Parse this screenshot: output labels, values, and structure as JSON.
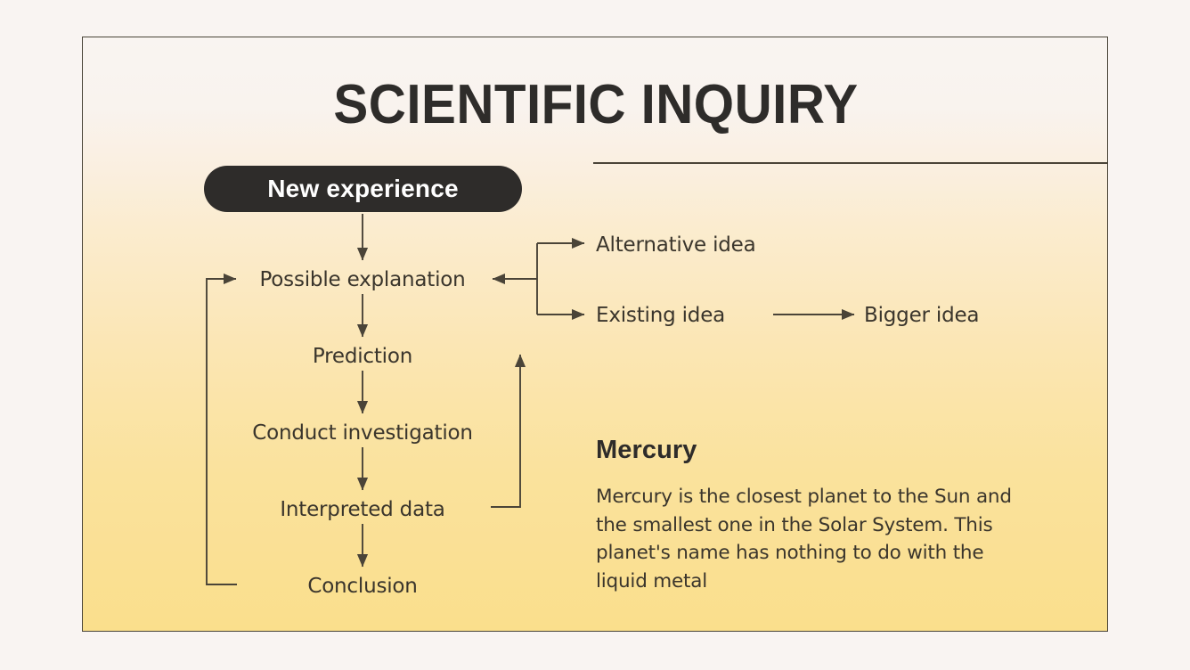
{
  "slide": {
    "title": "SCIENTIFIC INQUIRY",
    "colors": {
      "page_background": "#f9f4f2",
      "slide_gradient_top": "#f9f4f1",
      "slide_gradient_bottom": "#fadf8c",
      "border": "#4a4438",
      "ink": "#2e2c2a",
      "body_text": "#3a352c",
      "pill_background": "#2e2c2a",
      "pill_text": "#ffffff"
    }
  },
  "flowchart": {
    "start_pill": {
      "label": "New experience"
    },
    "nodes": [
      {
        "id": "possible-explanation",
        "label": "Possible explanation"
      },
      {
        "id": "prediction",
        "label": "Prediction"
      },
      {
        "id": "conduct-investigation",
        "label": "Conduct investigation"
      },
      {
        "id": "interpreted-data",
        "label": "Interpreted data"
      },
      {
        "id": "conclusion",
        "label": "Conclusion"
      }
    ],
    "branch_nodes": [
      {
        "id": "alternative-idea",
        "label": "Alternative idea"
      },
      {
        "id": "existing-idea",
        "label": "Existing idea"
      },
      {
        "id": "bigger-idea",
        "label": "Bigger idea"
      }
    ],
    "connections": [
      {
        "from": "New experience",
        "to": "Possible explanation",
        "type": "arrow-down"
      },
      {
        "from": "Possible explanation",
        "to": "Prediction",
        "type": "arrow-down"
      },
      {
        "from": "Prediction",
        "to": "Conduct investigation",
        "type": "arrow-down"
      },
      {
        "from": "Conduct investigation",
        "to": "Interpreted data",
        "type": "arrow-down"
      },
      {
        "from": "Interpreted data",
        "to": "Conclusion",
        "type": "arrow-down"
      },
      {
        "from": "Interpreted data",
        "to": "Prediction",
        "type": "feedback-loop-right"
      },
      {
        "from": "Conclusion",
        "to": "Possible explanation",
        "type": "feedback-loop-left"
      },
      {
        "from": "Alternative idea / Existing idea",
        "to": "Possible explanation",
        "type": "branch-merge-arrow-left"
      },
      {
        "from": "Existing idea",
        "to": "Bigger idea",
        "type": "arrow-right"
      }
    ]
  },
  "content": {
    "heading": "Mercury",
    "body": "Mercury is the closest planet to the Sun and the smallest one in the Solar System. This planet's name has nothing to do with the liquid metal"
  }
}
